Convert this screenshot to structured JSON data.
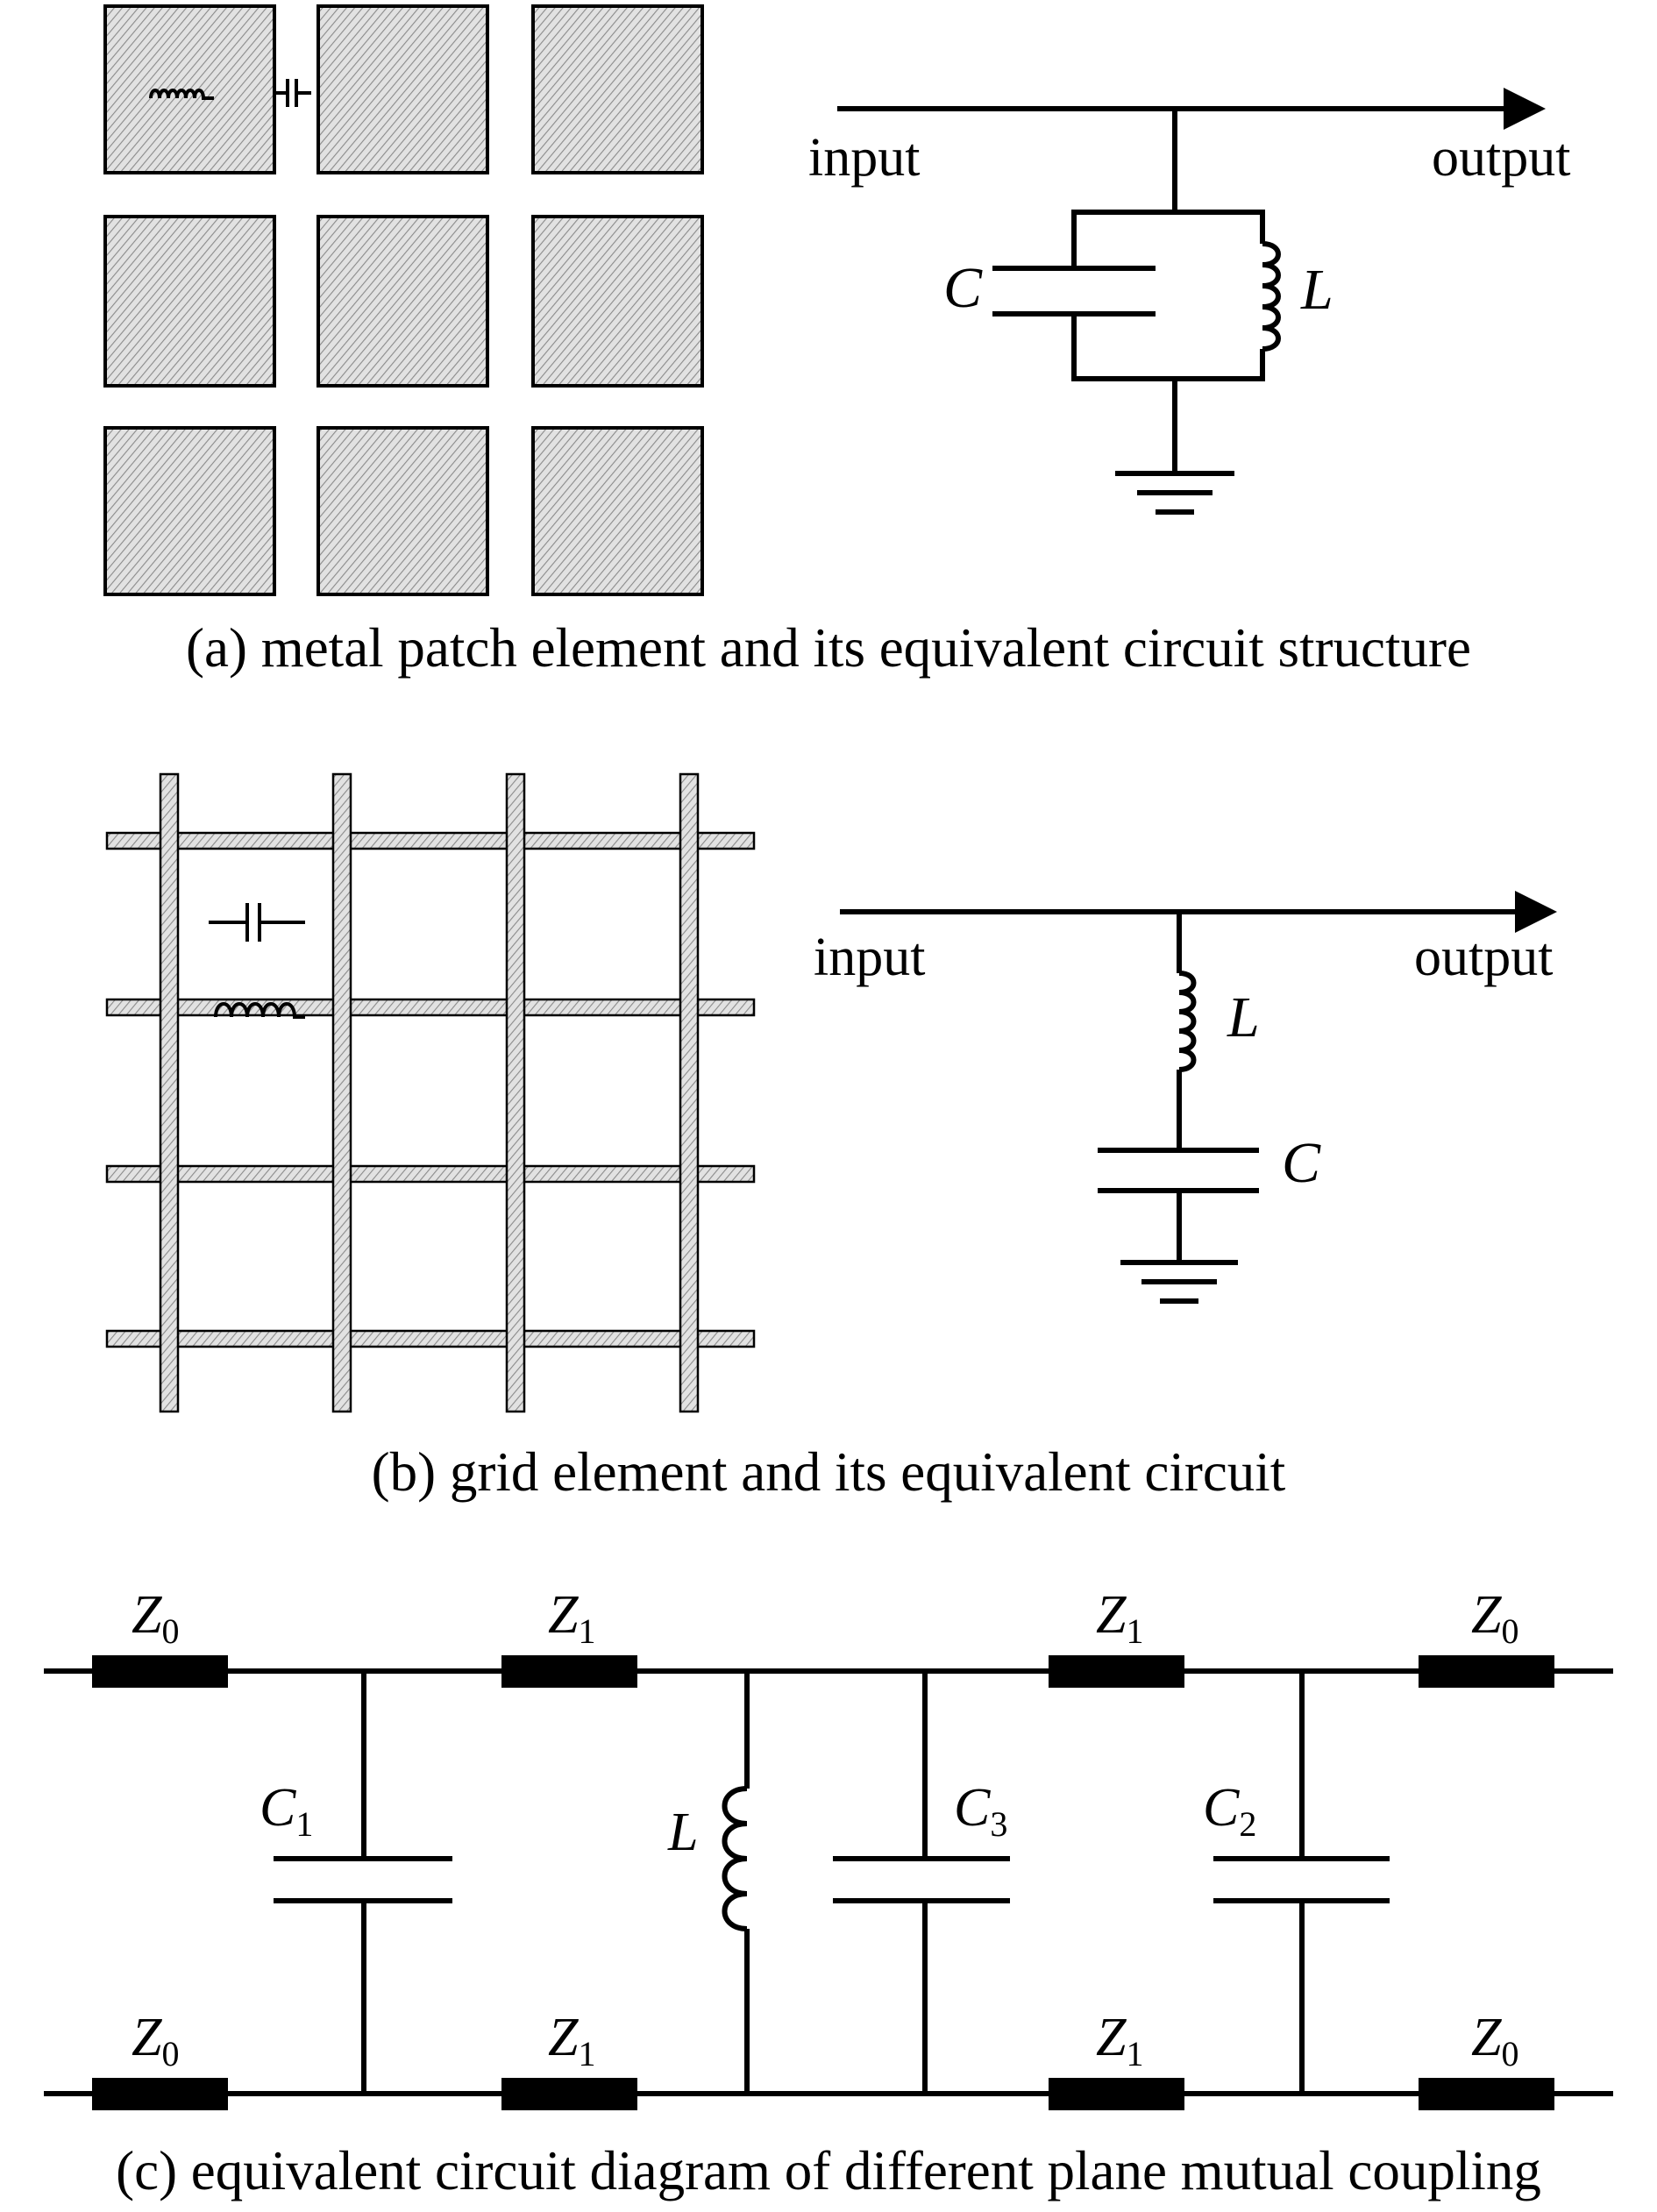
{
  "panel_a": {
    "input_label": "input",
    "output_label": "output",
    "capacitor_label": "C",
    "inductor_label": "L",
    "caption": "(a) metal patch element and its equivalent circuit structure"
  },
  "panel_b": {
    "input_label": "input",
    "output_label": "output",
    "inductor_label": "L",
    "capacitor_label": "C",
    "caption": "(b) grid element and its equivalent circuit"
  },
  "panel_c": {
    "impedance_symbol": "Z",
    "sub_0": "0",
    "sub_1": "1",
    "sub_2": "2",
    "sub_3": "3",
    "capacitor_symbol": "C",
    "inductor_label": "L",
    "caption": "(c) equivalent circuit diagram of different plane mutual coupling"
  },
  "colors": {
    "ink": "#000000",
    "background": "#ffffff",
    "patch_fill": "#d8d8d8"
  }
}
